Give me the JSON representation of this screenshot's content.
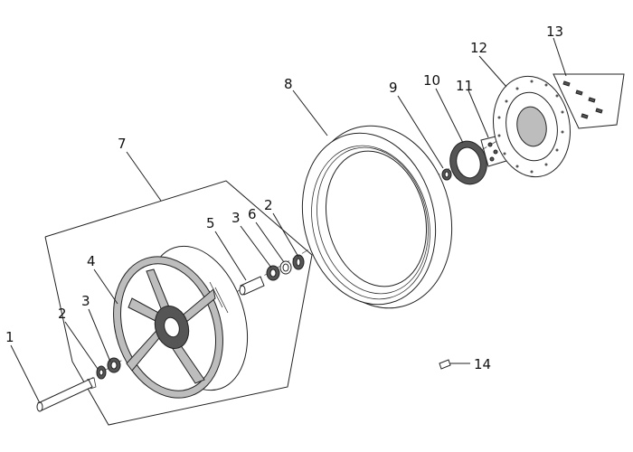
{
  "callouts": [
    {
      "id": "c1",
      "text": "1"
    },
    {
      "id": "c2a",
      "text": "2"
    },
    {
      "id": "c3a",
      "text": "3"
    },
    {
      "id": "c4",
      "text": "4"
    },
    {
      "id": "c5",
      "text": "5"
    },
    {
      "id": "c3b",
      "text": "3"
    },
    {
      "id": "c6",
      "text": "6"
    },
    {
      "id": "c2b",
      "text": "2"
    },
    {
      "id": "c7",
      "text": "7"
    },
    {
      "id": "c8",
      "text": "8"
    },
    {
      "id": "c9",
      "text": "9"
    },
    {
      "id": "c10",
      "text": "10"
    },
    {
      "id": "c11",
      "text": "11"
    },
    {
      "id": "c12",
      "text": "12"
    },
    {
      "id": "c13",
      "text": "13"
    },
    {
      "id": "c14",
      "text": "14"
    }
  ]
}
